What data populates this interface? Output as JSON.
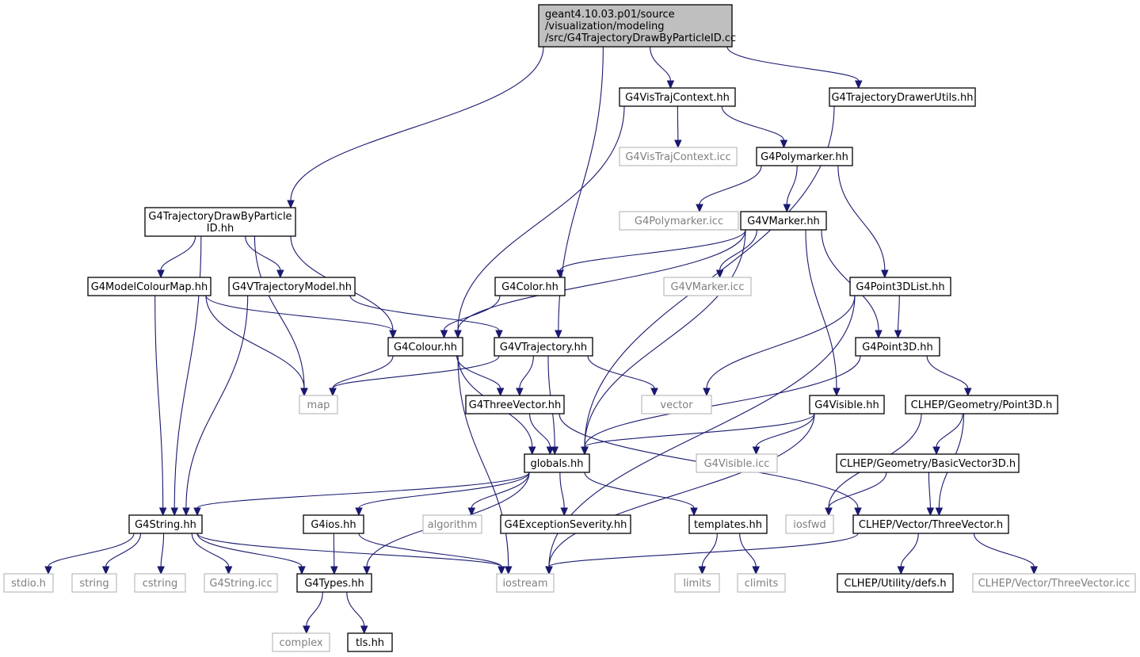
{
  "graph": {
    "nodes": [
      {
        "id": "main",
        "lines": [
          "geant4.10.03.p01/source",
          "/visualization/modeling",
          "/src/G4TrajectoryDrawByParticleID.cc"
        ],
        "kind": "main"
      },
      {
        "id": "drawbyparticle",
        "lines": [
          "G4TrajectoryDrawByParticle",
          "ID.hh"
        ],
        "kind": "doc"
      },
      {
        "id": "vistrajcontext",
        "lines": [
          "G4VisTrajContext.hh"
        ],
        "kind": "doc"
      },
      {
        "id": "drawerutils",
        "lines": [
          "G4TrajectoryDrawerUtils.hh"
        ],
        "kind": "doc"
      },
      {
        "id": "vistrajcontext_icc",
        "lines": [
          "G4VisTrajContext.icc"
        ],
        "kind": "ext"
      },
      {
        "id": "polymarker",
        "lines": [
          "G4Polymarker.hh"
        ],
        "kind": "doc"
      },
      {
        "id": "polymarker_icc",
        "lines": [
          "G4Polymarker.icc"
        ],
        "kind": "ext"
      },
      {
        "id": "vmarker",
        "lines": [
          "G4VMarker.hh"
        ],
        "kind": "doc"
      },
      {
        "id": "modelcolourmap",
        "lines": [
          "G4ModelColourMap.hh"
        ],
        "kind": "doc"
      },
      {
        "id": "vtrajectorymodel",
        "lines": [
          "G4VTrajectoryModel.hh"
        ],
        "kind": "doc"
      },
      {
        "id": "g4color",
        "lines": [
          "G4Color.hh"
        ],
        "kind": "doc"
      },
      {
        "id": "vmarker_icc",
        "lines": [
          "G4VMarker.icc"
        ],
        "kind": "ext"
      },
      {
        "id": "point3dlist",
        "lines": [
          "G4Point3DList.hh"
        ],
        "kind": "doc"
      },
      {
        "id": "colour",
        "lines": [
          "G4Colour.hh"
        ],
        "kind": "doc"
      },
      {
        "id": "vtrajectory",
        "lines": [
          "G4VTrajectory.hh"
        ],
        "kind": "doc"
      },
      {
        "id": "point3d",
        "lines": [
          "G4Point3D.hh"
        ],
        "kind": "doc"
      },
      {
        "id": "map",
        "lines": [
          "map"
        ],
        "kind": "ext"
      },
      {
        "id": "threevector",
        "lines": [
          "G4ThreeVector.hh"
        ],
        "kind": "doc"
      },
      {
        "id": "vector",
        "lines": [
          "vector"
        ],
        "kind": "ext"
      },
      {
        "id": "visible",
        "lines": [
          "G4Visible.hh"
        ],
        "kind": "doc"
      },
      {
        "id": "clhep_point3d",
        "lines": [
          "CLHEP/Geometry/Point3D.h"
        ],
        "kind": "doc"
      },
      {
        "id": "globals",
        "lines": [
          "globals.hh"
        ],
        "kind": "doc"
      },
      {
        "id": "visible_icc",
        "lines": [
          "G4Visible.icc"
        ],
        "kind": "ext"
      },
      {
        "id": "clhep_basicvector3d",
        "lines": [
          "CLHEP/Geometry/BasicVector3D.h"
        ],
        "kind": "doc"
      },
      {
        "id": "g4string",
        "lines": [
          "G4String.hh"
        ],
        "kind": "doc"
      },
      {
        "id": "g4ios",
        "lines": [
          "G4ios.hh"
        ],
        "kind": "doc"
      },
      {
        "id": "algorithm",
        "lines": [
          "algorithm"
        ],
        "kind": "ext"
      },
      {
        "id": "exceptionseverity",
        "lines": [
          "G4ExceptionSeverity.hh"
        ],
        "kind": "doc"
      },
      {
        "id": "templates",
        "lines": [
          "templates.hh"
        ],
        "kind": "doc"
      },
      {
        "id": "iosfwd",
        "lines": [
          "iosfwd"
        ],
        "kind": "ext"
      },
      {
        "id": "clhep_threevector",
        "lines": [
          "CLHEP/Vector/ThreeVector.h"
        ],
        "kind": "doc"
      },
      {
        "id": "stdio",
        "lines": [
          "stdio.h"
        ],
        "kind": "ext"
      },
      {
        "id": "string",
        "lines": [
          "string"
        ],
        "kind": "ext"
      },
      {
        "id": "cstring",
        "lines": [
          "cstring"
        ],
        "kind": "ext"
      },
      {
        "id": "g4string_icc",
        "lines": [
          "G4String.icc"
        ],
        "kind": "ext"
      },
      {
        "id": "g4types",
        "lines": [
          "G4Types.hh"
        ],
        "kind": "doc"
      },
      {
        "id": "iostream",
        "lines": [
          "iostream"
        ],
        "kind": "ext"
      },
      {
        "id": "limits",
        "lines": [
          "limits"
        ],
        "kind": "ext"
      },
      {
        "id": "climits",
        "lines": [
          "climits"
        ],
        "kind": "ext"
      },
      {
        "id": "clhep_defs",
        "lines": [
          "CLHEP/Utility/defs.h"
        ],
        "kind": "doc"
      },
      {
        "id": "clhep_threevector_icc",
        "lines": [
          "CLHEP/Vector/ThreeVector.icc"
        ],
        "kind": "ext"
      },
      {
        "id": "complex",
        "lines": [
          "complex"
        ],
        "kind": "ext"
      },
      {
        "id": "tls",
        "lines": [
          "tls.hh"
        ],
        "kind": "doc"
      }
    ],
    "edges": [
      [
        "main",
        "drawbyparticle"
      ],
      [
        "main",
        "vistrajcontext"
      ],
      [
        "main",
        "drawerutils"
      ],
      [
        "main",
        "vtrajectory"
      ],
      [
        "drawbyparticle",
        "modelcolourmap"
      ],
      [
        "drawbyparticle",
        "vtrajectorymodel"
      ],
      [
        "drawbyparticle",
        "colour"
      ],
      [
        "drawbyparticle",
        "map"
      ],
      [
        "drawbyparticle",
        "g4string"
      ],
      [
        "vistrajcontext",
        "vistrajcontext_icc"
      ],
      [
        "vistrajcontext",
        "polymarker"
      ],
      [
        "vistrajcontext",
        "colour"
      ],
      [
        "drawerutils",
        "globals"
      ],
      [
        "polymarker",
        "polymarker_icc"
      ],
      [
        "polymarker",
        "vmarker"
      ],
      [
        "polymarker",
        "point3dlist"
      ],
      [
        "vmarker",
        "g4color"
      ],
      [
        "vmarker",
        "vmarker_icc"
      ],
      [
        "vmarker",
        "colour"
      ],
      [
        "vmarker",
        "globals"
      ],
      [
        "vmarker",
        "point3d"
      ],
      [
        "vmarker",
        "visible"
      ],
      [
        "modelcolourmap",
        "colour"
      ],
      [
        "modelcolourmap",
        "map"
      ],
      [
        "modelcolourmap",
        "g4string"
      ],
      [
        "vtrajectorymodel",
        "vtrajectory"
      ],
      [
        "vtrajectorymodel",
        "g4string"
      ],
      [
        "g4color",
        "colour"
      ],
      [
        "point3dlist",
        "point3d"
      ],
      [
        "point3dlist",
        "vector"
      ],
      [
        "point3dlist",
        "iostream"
      ],
      [
        "colour",
        "map"
      ],
      [
        "colour",
        "threevector"
      ],
      [
        "colour",
        "globals"
      ],
      [
        "colour",
        "iostream"
      ],
      [
        "vtrajectory",
        "map"
      ],
      [
        "vtrajectory",
        "threevector"
      ],
      [
        "vtrajectory",
        "globals"
      ],
      [
        "vtrajectory",
        "vector"
      ],
      [
        "point3d",
        "globals"
      ],
      [
        "point3d",
        "clhep_point3d"
      ],
      [
        "threevector",
        "globals"
      ],
      [
        "threevector",
        "clhep_threevector"
      ],
      [
        "visible",
        "globals"
      ],
      [
        "visible",
        "visible_icc"
      ],
      [
        "visible",
        "iostream"
      ],
      [
        "clhep_point3d",
        "clhep_basicvector3d"
      ],
      [
        "clhep_point3d",
        "iosfwd"
      ],
      [
        "clhep_point3d",
        "clhep_threevector"
      ],
      [
        "clhep_basicvector3d",
        "iosfwd"
      ],
      [
        "clhep_basicvector3d",
        "clhep_threevector"
      ],
      [
        "globals",
        "g4string"
      ],
      [
        "globals",
        "g4ios"
      ],
      [
        "globals",
        "algorithm"
      ],
      [
        "globals",
        "exceptionseverity"
      ],
      [
        "globals",
        "templates"
      ],
      [
        "globals",
        "g4types"
      ],
      [
        "g4string",
        "stdio"
      ],
      [
        "g4string",
        "string"
      ],
      [
        "g4string",
        "cstring"
      ],
      [
        "g4string",
        "g4string_icc"
      ],
      [
        "g4string",
        "g4types"
      ],
      [
        "g4string",
        "iostream"
      ],
      [
        "g4ios",
        "g4types"
      ],
      [
        "g4ios",
        "iostream"
      ],
      [
        "templates",
        "limits"
      ],
      [
        "templates",
        "climits"
      ],
      [
        "clhep_threevector",
        "iostream"
      ],
      [
        "clhep_threevector",
        "clhep_defs"
      ],
      [
        "clhep_threevector",
        "clhep_threevector_icc"
      ],
      [
        "g4types",
        "complex"
      ],
      [
        "g4types",
        "tls"
      ]
    ]
  }
}
